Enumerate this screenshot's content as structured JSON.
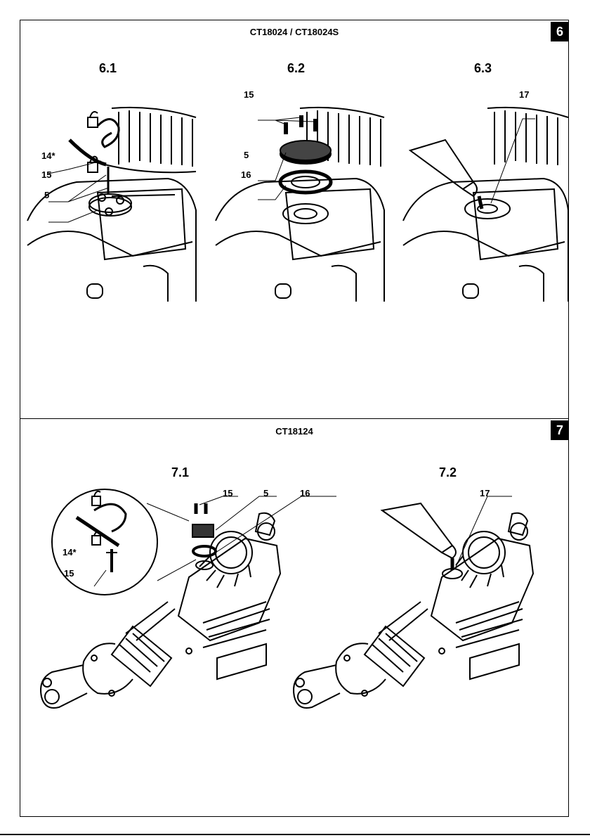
{
  "section6": {
    "title": "CT18024 / CT18024S",
    "badge": "6",
    "figures": [
      {
        "label": "6.1",
        "callouts": [
          "14*",
          "15",
          "5"
        ]
      },
      {
        "label": "6.2",
        "callouts": [
          "15",
          "5",
          "16"
        ]
      },
      {
        "label": "6.3",
        "callouts": [
          "17"
        ]
      }
    ]
  },
  "section7": {
    "title": "CT18124",
    "badge": "7",
    "figures": [
      {
        "label": "7.1",
        "callouts": [
          "15",
          "5",
          "16",
          "14*",
          "15"
        ]
      },
      {
        "label": "7.2",
        "callouts": [
          "17"
        ]
      }
    ]
  }
}
